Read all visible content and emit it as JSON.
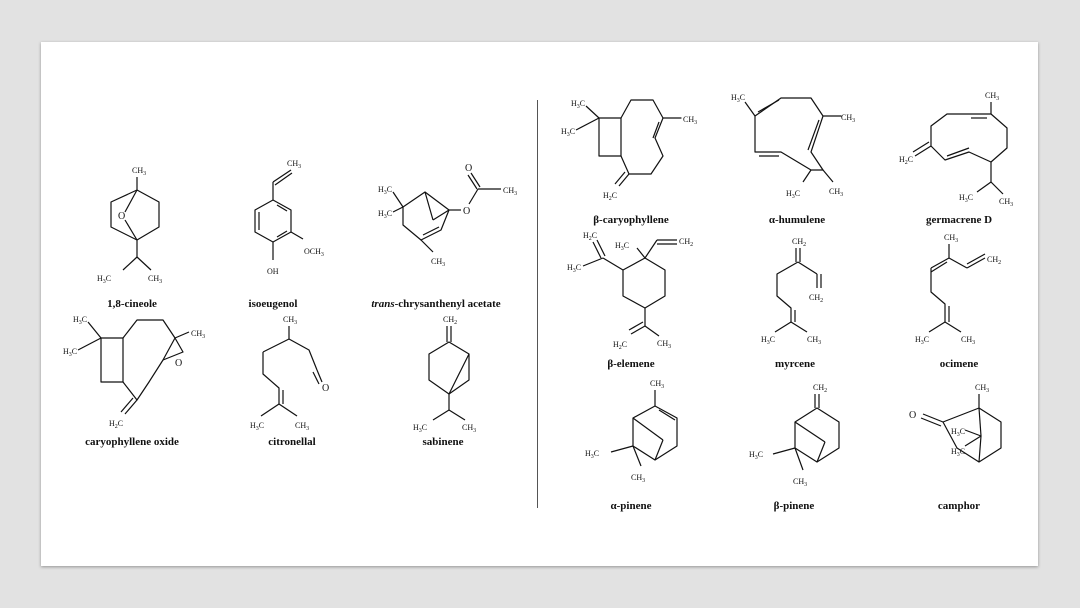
{
  "molecules": {
    "cineole": {
      "name": "1,8-cineole"
    },
    "isoeugenol": {
      "name": "isoeugenol"
    },
    "chrysanthenyl": {
      "name_prefix": "trans",
      "name_rest": "-chrysanthenyl acetate"
    },
    "caryophyllene_oxide": {
      "name": "caryophyllene oxide"
    },
    "citronellal": {
      "name": "citronellal"
    },
    "sabinene": {
      "name": "sabinene"
    },
    "b_caryophyllene": {
      "name": "β-caryophyllene"
    },
    "a_humulene": {
      "name": "α-humulene"
    },
    "germacrene": {
      "name": "germacrene D"
    },
    "b_elemene": {
      "name": "β-elemene"
    },
    "myrcene": {
      "name": "myrcene"
    },
    "ocimene": {
      "name": "ocimene"
    },
    "a_pinene": {
      "name": "α-pinene"
    },
    "b_pinene": {
      "name": "β-pinene"
    },
    "camphor": {
      "name": "camphor"
    }
  },
  "atom_labels": {
    "ch3": "CH3",
    "h3c": "H3C",
    "ch2": "CH2",
    "h2c": "H2C",
    "och3": "OCH3",
    "oh": "OH",
    "o": "O"
  }
}
